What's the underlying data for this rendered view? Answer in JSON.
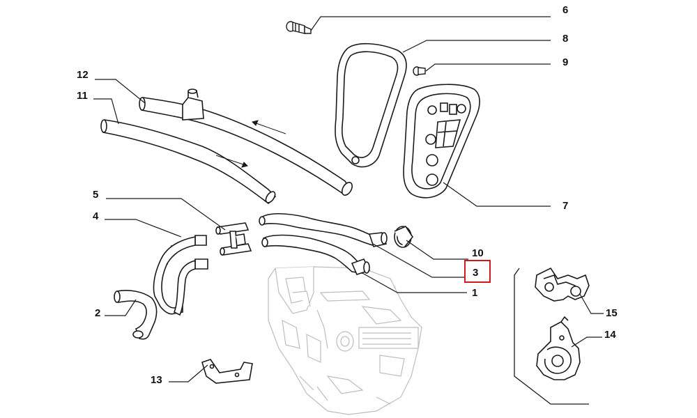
{
  "diagram": {
    "parts": [
      {
        "id": "p1",
        "number": "1"
      },
      {
        "id": "p2",
        "number": "2"
      },
      {
        "id": "p3",
        "number": "3"
      },
      {
        "id": "p4",
        "number": "4"
      },
      {
        "id": "p5",
        "number": "5"
      },
      {
        "id": "p6",
        "number": "6"
      },
      {
        "id": "p7",
        "number": "7"
      },
      {
        "id": "p8",
        "number": "8"
      },
      {
        "id": "p9",
        "number": "9"
      },
      {
        "id": "p10",
        "number": "10"
      },
      {
        "id": "p11",
        "number": "11"
      },
      {
        "id": "p12",
        "number": "12"
      },
      {
        "id": "p13",
        "number": "13"
      },
      {
        "id": "p14",
        "number": "14"
      },
      {
        "id": "p15",
        "number": "15"
      }
    ],
    "highlighted_part": "3",
    "colors": {
      "line": "#1a1a1a",
      "ghost": "#bdbdbd",
      "highlight": "#d11a1a",
      "background": "#ffffff"
    }
  }
}
